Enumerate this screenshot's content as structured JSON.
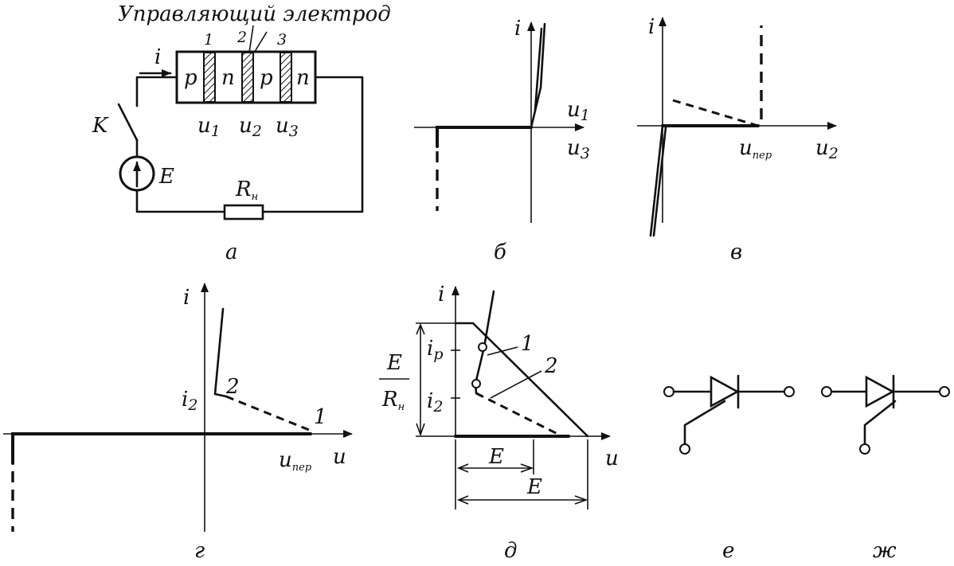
{
  "diagram_a": {
    "title": "Управляющий электрод",
    "junctions": [
      "1",
      "2",
      "3"
    ],
    "layers": [
      "p",
      "n",
      "p",
      "n"
    ],
    "current": "i",
    "voltages": [
      {
        "main": "u",
        "sub": "1"
      },
      {
        "main": "u",
        "sub": "2"
      },
      {
        "main": "u",
        "sub": "3"
      }
    ],
    "switch": "K",
    "source": "E",
    "resistor": {
      "main": "R",
      "sub": "н"
    },
    "caption": "а"
  },
  "diagram_b": {
    "y_label": "i",
    "x_label_top": {
      "main": "u",
      "sub": "1"
    },
    "x_label_bottom": {
      "main": "u",
      "sub": "3"
    },
    "caption": "б"
  },
  "diagram_v": {
    "y_label": "i",
    "x_label": {
      "main": "u",
      "sub": "2"
    },
    "breakdown": {
      "main": "u",
      "sub": "пер"
    },
    "caption": "в"
  },
  "diagram_g": {
    "y_label": "i",
    "x_label": "u",
    "i2": {
      "main": "i",
      "sub": "2"
    },
    "point1": "1",
    "point2": "2",
    "breakdown": {
      "main": "u",
      "sub": "пер"
    },
    "caption": "г"
  },
  "diagram_d": {
    "y_label": "i",
    "x_label": "u",
    "ip": {
      "main": "i",
      "sub": "р"
    },
    "i2": {
      "main": "i",
      "sub": "2"
    },
    "curve1": "1",
    "curve2": "2",
    "ratio_num": "E",
    "ratio_den": {
      "main": "R",
      "sub": "н"
    },
    "e_short": "E",
    "e_long": "E",
    "caption": "д"
  },
  "diagram_e": {
    "caption": "е"
  },
  "diagram_zh": {
    "caption": "ж"
  }
}
